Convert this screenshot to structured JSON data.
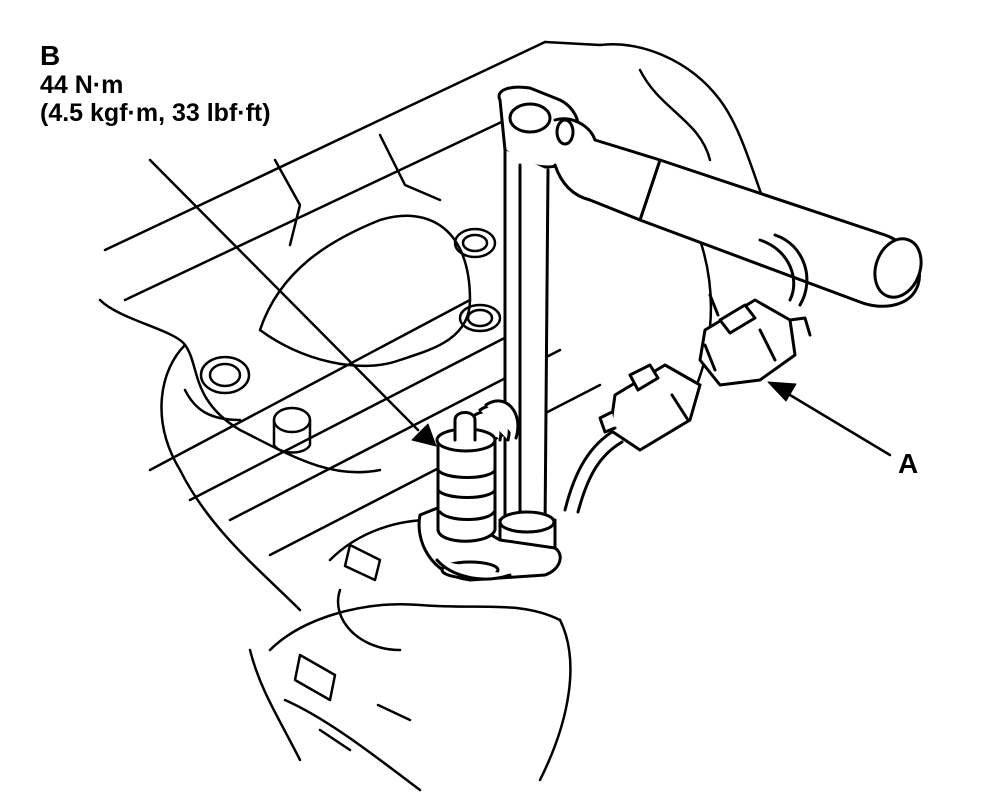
{
  "callouts": {
    "b": {
      "letter": "B",
      "torque_metric": "44 N·m",
      "torque_alt": "(4.5 kgf·m, 33 lbf·ft)"
    },
    "a": {
      "letter": "A"
    }
  },
  "colors": {
    "ink": "#000000",
    "paper": "#ffffff"
  }
}
